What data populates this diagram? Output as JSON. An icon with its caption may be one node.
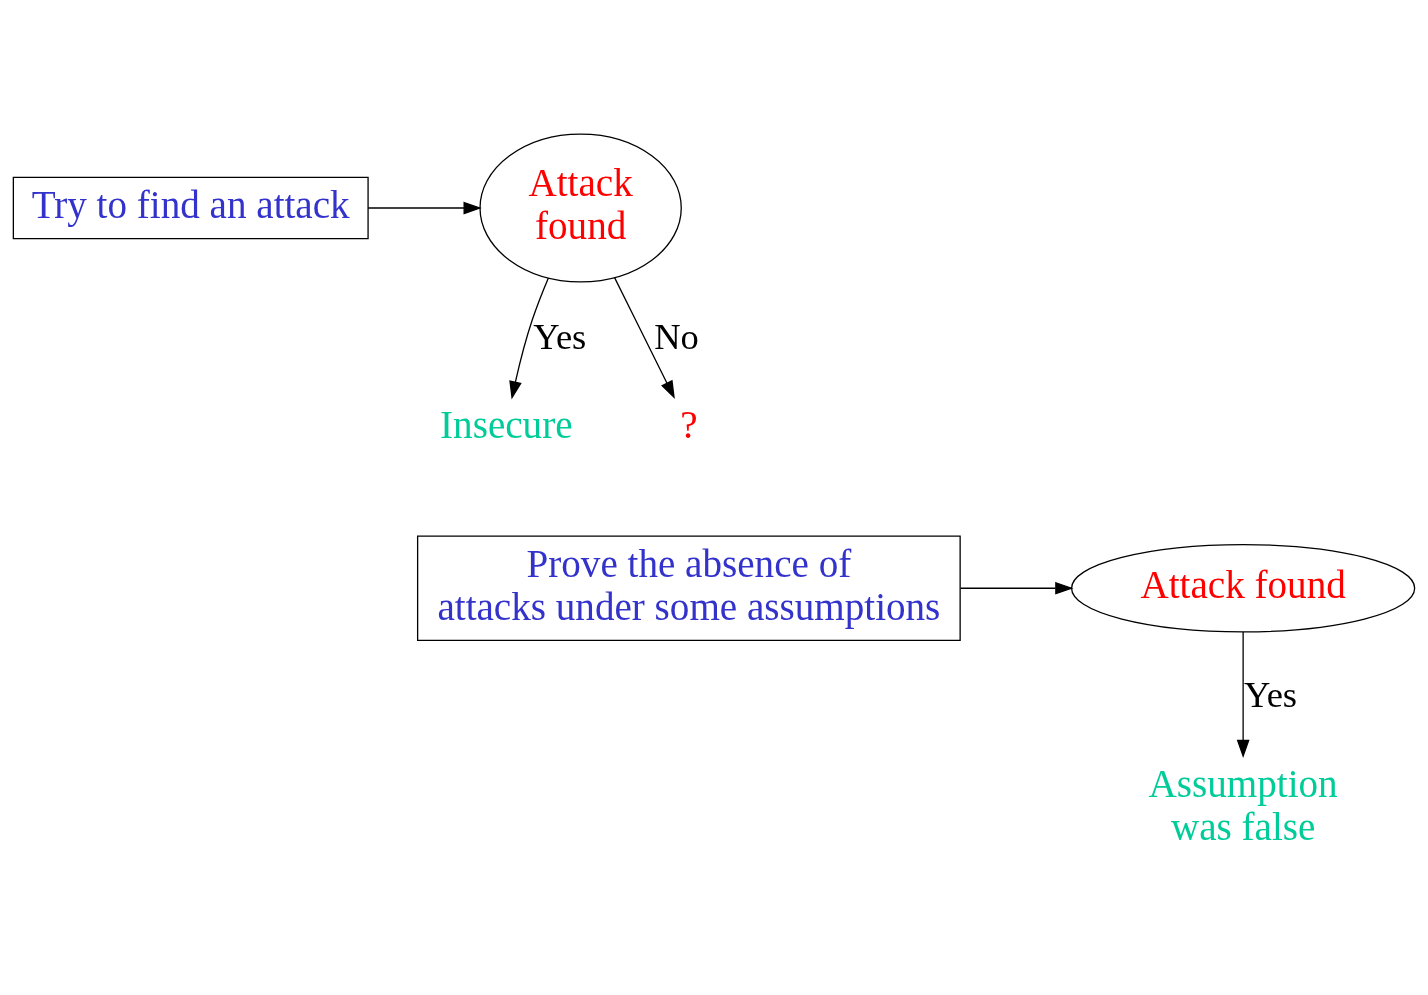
{
  "diagram": {
    "nodes": [
      {
        "text": [
          "Try to find an attack"
        ]
      },
      {
        "text": [
          "Attack found"
        ]
      },
      {
        "text": [
          "Insecure"
        ]
      },
      {
        "text": [
          "?"
        ]
      },
      {
        "text": [
          "Prove the absence of attacks under some assumptions"
        ]
      },
      {
        "text": [
          "Attack found"
        ]
      },
      {
        "text": [
          "Assumption was false"
        ]
      }
    ],
    "edges": [
      {
        "from": 0,
        "to": 1,
        "arrow": "to"
      },
      {
        "from": 1,
        "to": 2,
        "arrow": "to",
        "label": "Yes"
      },
      {
        "from": 1,
        "to": 3,
        "arrow": "to",
        "label": "No"
      },
      {
        "from": 4,
        "to": 5,
        "arrow": "to"
      },
      {
        "from": 5,
        "to": 6,
        "arrow": "to",
        "label": "Yes"
      }
    ]
  }
}
